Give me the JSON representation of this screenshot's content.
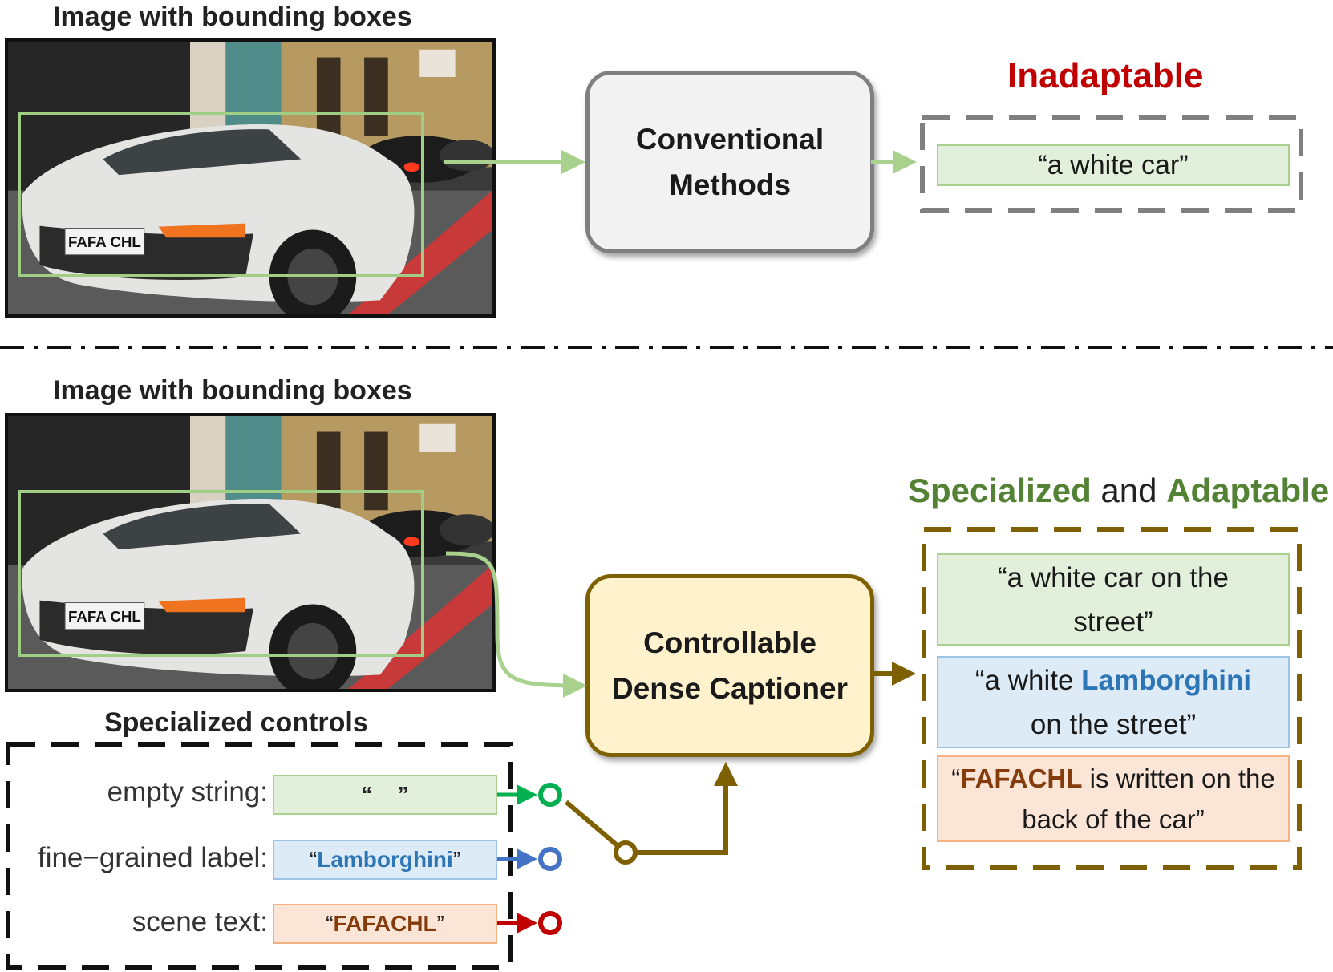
{
  "top": {
    "image_title": "Image with bounding boxes",
    "method_line1": "Conventional",
    "method_line2": "Methods",
    "result_title": "Inadaptable",
    "caption": "“a white car”"
  },
  "bottom": {
    "image_title": "Image with bounding boxes",
    "method_line1": "Controllable",
    "method_line2": "Dense Captioner",
    "result_title_part1": "Specialized",
    "result_title_and": " and ",
    "result_title_part2": "Adaptable",
    "captions": [
      {
        "line1": "“a white car on the",
        "line2": "street”"
      },
      {
        "pre": "“a white ",
        "highlight": "Lamborghini",
        "line2": "on the street”"
      },
      {
        "pre": "“",
        "highlight": "FAFACHL",
        "post": " is written on the",
        "line2": "back of the car”"
      }
    ],
    "controls_title": "Specialized controls",
    "controls": [
      {
        "label": "empty string:",
        "value": "“    ”"
      },
      {
        "label": "fine−grained label:",
        "value_open": "“",
        "value": "Lamborghini",
        "value_close": "”"
      },
      {
        "label": "scene text:",
        "value_open": "“",
        "value": "FAFACHL",
        "value_close": "”"
      }
    ]
  },
  "photo": {
    "plate": "FAFA CHL"
  },
  "colors": {
    "bbox_green": "#9ecf85",
    "arrow_green": "#a9d18e",
    "brown": "#7f6000",
    "red": "#c00000",
    "olive_green": "#548235",
    "blue": "#2e75b6",
    "dark_orange": "#843c0c",
    "switch_green": "#00b050",
    "switch_blue": "#4472c4",
    "switch_red": "#c00000"
  }
}
